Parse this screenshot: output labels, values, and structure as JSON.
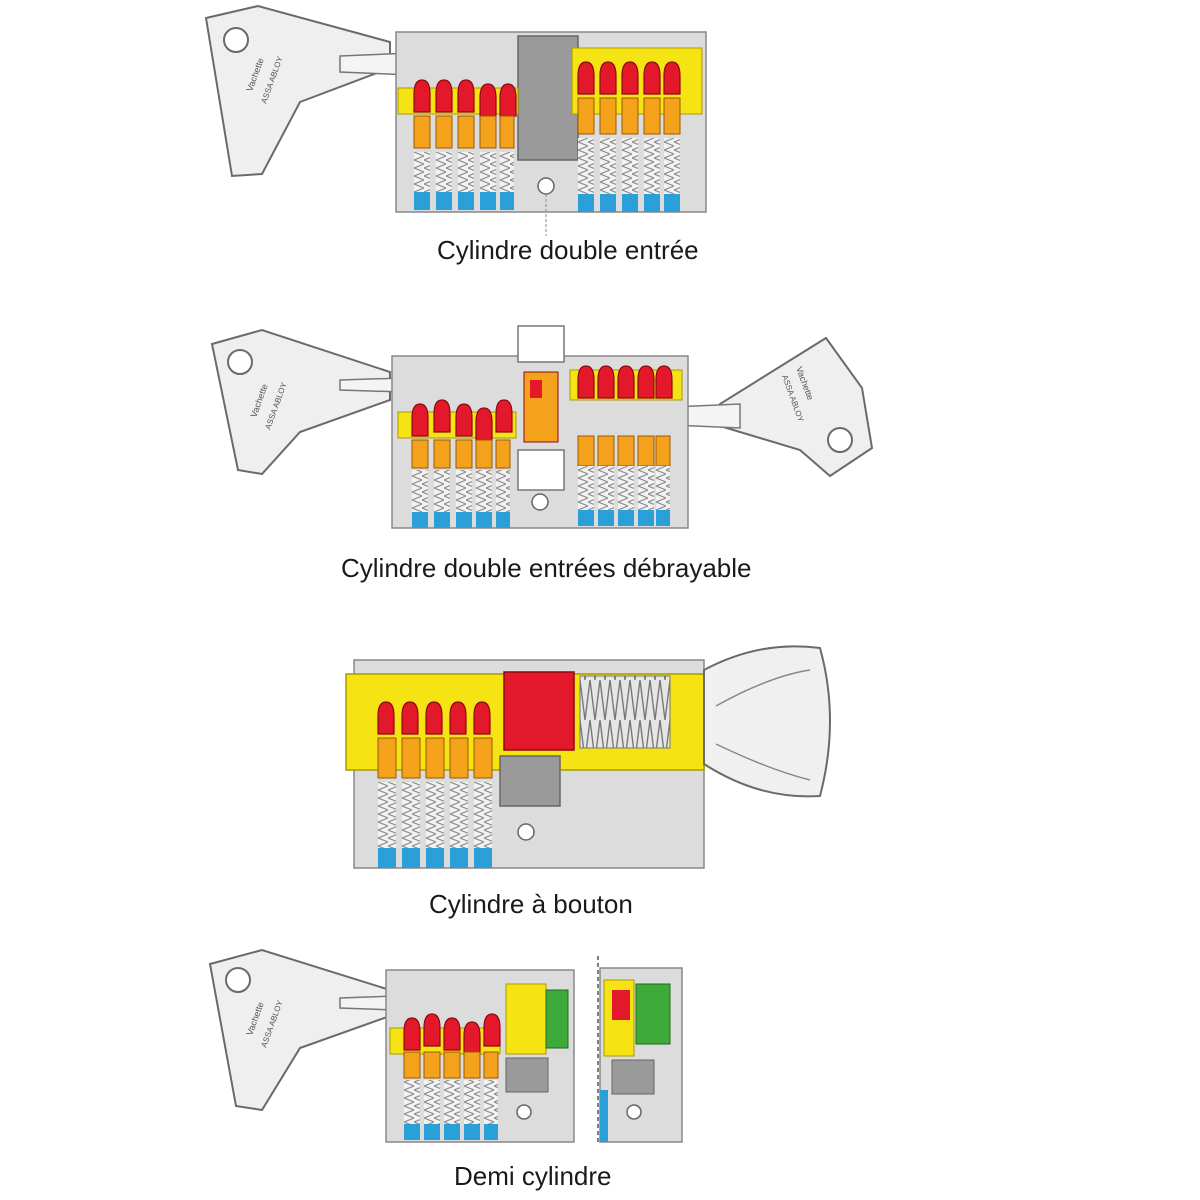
{
  "captions": {
    "double_entree": "Cylindre double entrée",
    "double_debrayable": "Cylindre double entrées débrayable",
    "bouton": "Cylindre à bouton",
    "demi": "Demi cylindre"
  },
  "key_brand": {
    "line1": "Vachette",
    "line2": "ASSA ABLOY"
  },
  "colors": {
    "pin_top": "#e3182a",
    "pin_bottom": "#f4a21c",
    "plug": "#f6e313",
    "spring_base": "#2a9fd8",
    "housing": "#dcdcdc",
    "cam": "#9a9a9a",
    "clutch": "#3eaa3a"
  }
}
